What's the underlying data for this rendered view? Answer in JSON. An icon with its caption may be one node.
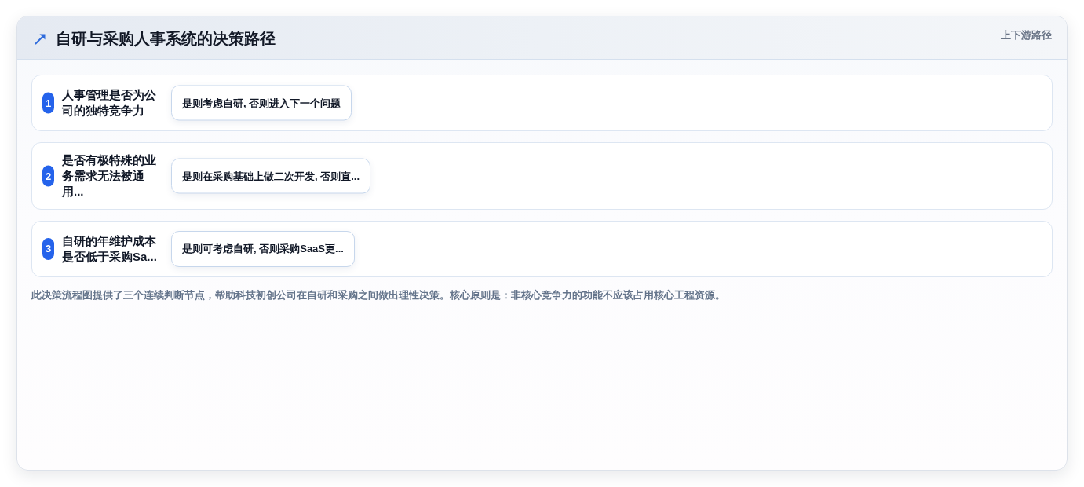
{
  "diagram": {
    "title": "自研与采购人事系统的决策路径",
    "nodes": [
      {
        "text": [
          "人事管理是否为公司的独特竞争力"
        ]
      },
      {
        "text": [
          "1"
        ],
        "in": 0
      },
      {
        "text": [
          "是则考虑自研, 否则进入下一个问题"
        ],
        "in": 0
      },
      {
        "text": [
          "是否有极特殊的业务需求无法被通用..."
        ]
      },
      {
        "text": [
          "2"
        ],
        "in": 3
      },
      {
        "text": [
          "是则在采购基础上做二次开发, 否则直..."
        ],
        "in": 3
      },
      {
        "text": [
          "自研的年维护成本是否低于采购Sa..."
        ]
      },
      {
        "text": [
          "3"
        ],
        "in": 6
      },
      {
        "text": [
          "是则可考虑自研, 否则采购SaaS更..."
        ],
        "in": 6
      }
    ],
    "labels": [
      "上下游路径"
    ],
    "caption": "此决策流程图提供了三个连续判断节点，帮助科技初创公司在自研和采购之间做出理性决策。核心原则是：非核心竞争力的功能不应该占用核心工程资源。"
  }
}
